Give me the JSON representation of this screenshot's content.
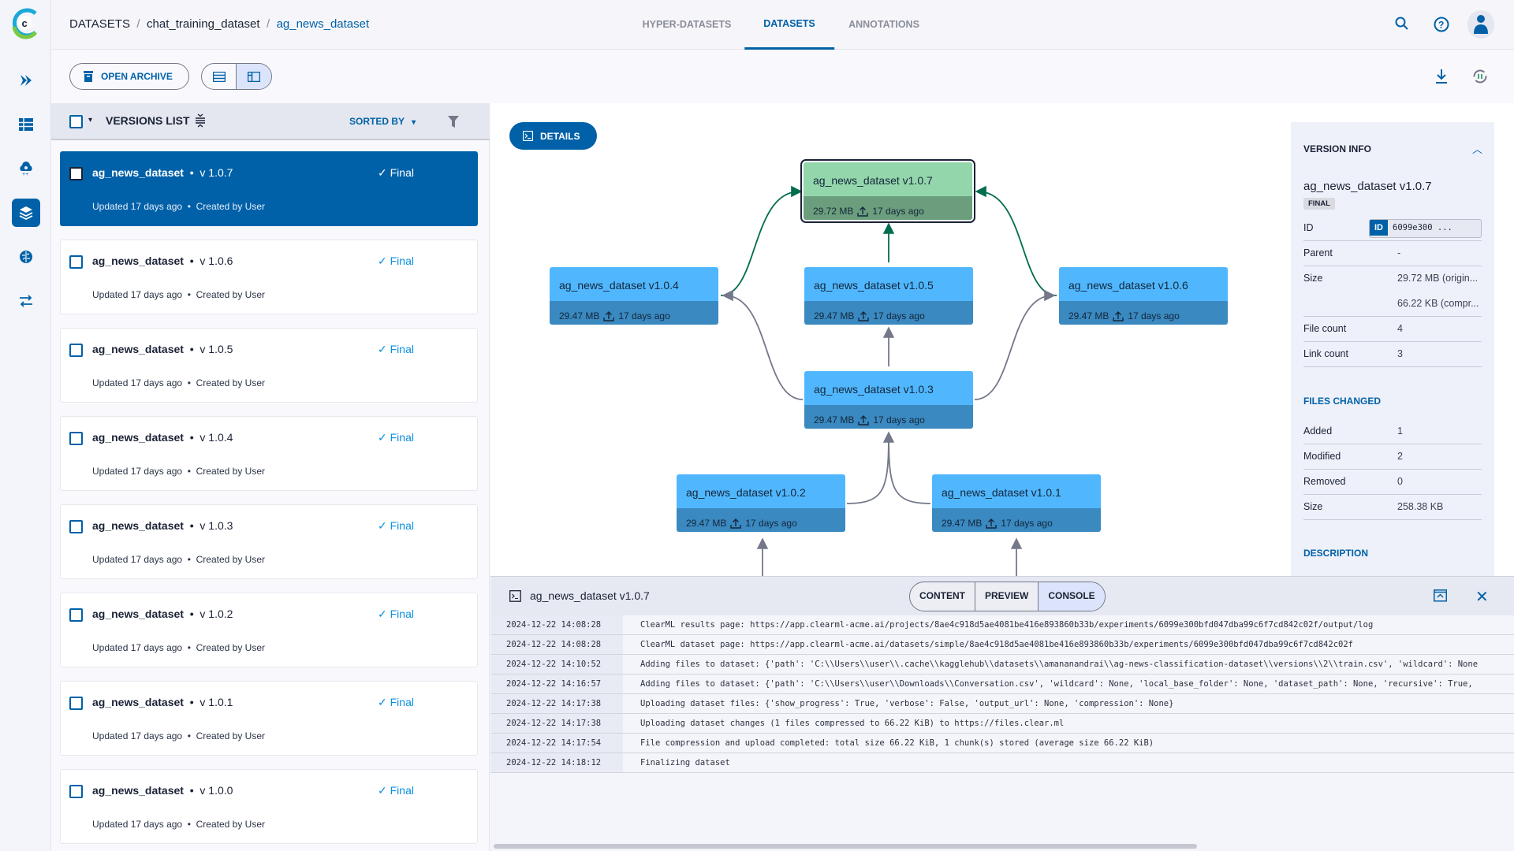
{
  "nav": {
    "items": [
      "pipelines-icon",
      "datasets-table-icon",
      "model-cloud-icon",
      "layers-icon",
      "brain-icon",
      "orchestration-icon"
    ],
    "active": 3
  },
  "breadcrumb": {
    "root": "DATASETS",
    "project": "chat_training_dataset",
    "current": "ag_news_dataset"
  },
  "header_tabs": [
    {
      "label": "HYPER-DATASETS"
    },
    {
      "label": "DATASETS",
      "active": true
    },
    {
      "label": "ANNOTATIONS"
    }
  ],
  "toolbar": {
    "open_archive": "OPEN ARCHIVE"
  },
  "versions_list": {
    "title": "VERSIONS LIST",
    "sorted_by": "SORTED BY",
    "items": [
      {
        "name": "ag_news_dataset",
        "version": "v 1.0.7",
        "status": "Final",
        "updated": "Updated 17 days ago",
        "created": "Created by User",
        "selected": true
      },
      {
        "name": "ag_news_dataset",
        "version": "v 1.0.6",
        "status": "Final",
        "updated": "Updated 17 days ago",
        "created": "Created by User"
      },
      {
        "name": "ag_news_dataset",
        "version": "v 1.0.5",
        "status": "Final",
        "updated": "Updated 17 days ago",
        "created": "Created by User"
      },
      {
        "name": "ag_news_dataset",
        "version": "v 1.0.4",
        "status": "Final",
        "updated": "Updated 17 days ago",
        "created": "Created by User"
      },
      {
        "name": "ag_news_dataset",
        "version": "v 1.0.3",
        "status": "Final",
        "updated": "Updated 17 days ago",
        "created": "Created by User"
      },
      {
        "name": "ag_news_dataset",
        "version": "v 1.0.2",
        "status": "Final",
        "updated": "Updated 17 days ago",
        "created": "Created by User"
      },
      {
        "name": "ag_news_dataset",
        "version": "v 1.0.1",
        "status": "Final",
        "updated": "Updated 17 days ago",
        "created": "Created by User"
      },
      {
        "name": "ag_news_dataset",
        "version": "v 1.0.0",
        "status": "Final",
        "updated": "Updated 17 days ago",
        "created": "Created by User"
      }
    ]
  },
  "graph": {
    "details_label": "DETAILS",
    "nodes": [
      {
        "id": "v107",
        "title": "ag_news_dataset v1.0.7",
        "size": "29.72 MB",
        "age": "17 days ago",
        "current": true
      },
      {
        "id": "v104",
        "title": "ag_news_dataset v1.0.4",
        "size": "29.47 MB",
        "age": "17 days ago"
      },
      {
        "id": "v105",
        "title": "ag_news_dataset v1.0.5",
        "size": "29.47 MB",
        "age": "17 days ago"
      },
      {
        "id": "v106",
        "title": "ag_news_dataset v1.0.6",
        "size": "29.47 MB",
        "age": "17 days ago"
      },
      {
        "id": "v103",
        "title": "ag_news_dataset v1.0.3",
        "size": "29.47 MB",
        "age": "17 days ago"
      },
      {
        "id": "v102",
        "title": "ag_news_dataset v1.0.2",
        "size": "29.47 MB",
        "age": "17 days ago"
      },
      {
        "id": "v101",
        "title": "ag_news_dataset v1.0.1",
        "size": "29.47 MB",
        "age": "17 days ago"
      }
    ]
  },
  "version_info": {
    "heading": "VERSION INFO",
    "name": "ag_news_dataset v1.0.7",
    "badge": "FINAL",
    "rows": [
      {
        "label": "ID",
        "value": "6099e300 ..."
      },
      {
        "label": "Parent",
        "value": "-"
      },
      {
        "label": "Size",
        "value": "29.72 MB (origin..."
      },
      {
        "label": "",
        "value": "66.22 KB (compr..."
      },
      {
        "label": "File count",
        "value": "4"
      },
      {
        "label": "Link count",
        "value": "3"
      }
    ],
    "id_tag": "ID",
    "files_changed_heading": "FILES CHANGED",
    "files_changed": [
      {
        "label": "Added",
        "value": "1"
      },
      {
        "label": "Modified",
        "value": "2"
      },
      {
        "label": "Removed",
        "value": "0"
      },
      {
        "label": "Size",
        "value": "258.38 KB"
      }
    ],
    "description_heading": "DESCRIPTION"
  },
  "bottom_panel": {
    "title": "ag_news_dataset v1.0.7",
    "tabs": [
      "CONTENT",
      "PREVIEW",
      "CONSOLE"
    ],
    "active_tab": "CONSOLE",
    "console": [
      {
        "ts": "2024-12-22 14:08:28",
        "msg": "ClearML results page: https://app.clearml-acme.ai/projects/8ae4c918d5ae4081be416e893860b33b/experiments/6099e300bfd047dba99c6f7cd842c02f/output/log"
      },
      {
        "ts": "2024-12-22 14:08:28",
        "msg": "ClearML dataset page: https://app.clearml-acme.ai/datasets/simple/8ae4c918d5ae4081be416e893860b33b/experiments/6099e300bfd047dba99c6f7cd842c02f"
      },
      {
        "ts": "2024-12-22 14:10:52",
        "msg": "Adding files to dataset: {'path': 'C:\\\\Users\\\\user\\\\.cache\\\\kagglehub\\\\datasets\\\\amananandrai\\\\ag-news-classification-dataset\\\\versions\\\\2\\\\train.csv', 'wildcard': None"
      },
      {
        "ts": "2024-12-22 14:16:57",
        "msg": "Adding files to dataset: {'path': 'C:\\\\Users\\\\user\\\\Downloads\\\\Conversation.csv', 'wildcard': None, 'local_base_folder': None, 'dataset_path': None, 'recursive': True,"
      },
      {
        "ts": "2024-12-22 14:17:38",
        "msg": "Uploading dataset files: {'show_progress': True, 'verbose': False, 'output_url': None, 'compression': None}"
      },
      {
        "ts": "2024-12-22 14:17:38",
        "msg": "Uploading dataset changes (1 files compressed to 66.22 KiB) to https://files.clear.ml"
      },
      {
        "ts": "2024-12-22 14:17:54",
        "msg": "File compression and upload completed: total size 66.22 KiB, 1 chunk(s) stored (average size 66.22 KiB)"
      },
      {
        "ts": "2024-12-22 14:18:12",
        "msg": "Finalizing dataset"
      }
    ]
  },
  "colors": {
    "primary": "#0061a8",
    "node": "#50b7ff",
    "node_current": "#93d6ab",
    "edge_current": "#006d4f",
    "edge": "#74788a"
  }
}
